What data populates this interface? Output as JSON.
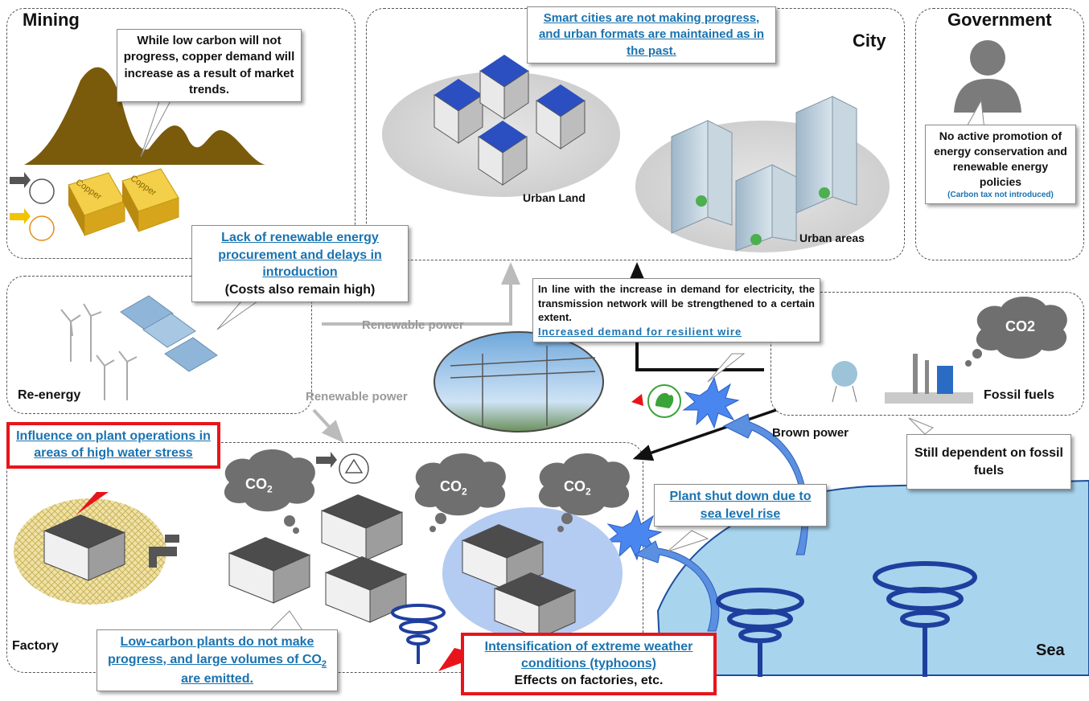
{
  "regions": {
    "mining": "Mining",
    "city": "City",
    "government": "Government",
    "re_energy": "Re-energy",
    "fossil": "Fossil fuels",
    "factory": "Factory",
    "sea": "Sea"
  },
  "sublabels": {
    "urban_land": "Urban Land",
    "urban_areas": "Urban areas"
  },
  "copper_bar_label": "Copper",
  "callouts": {
    "mining": "While low carbon will not progress, copper demand will increase as a result of market trends.",
    "smart_city": "Smart cities are not making progress, and urban formats are maintained as in the past.",
    "gov_main": "No active promotion of energy conservation and renewable energy policies",
    "gov_sub": "(Carbon tax not introduced)",
    "renew_link": "Lack of renewable energy procurement and delays in introduction",
    "renew_plain": "(Costs also remain high)",
    "transmission_text": "In line with the increase in demand for electricity, the transmission network will be strengthened to a certain extent.",
    "transmission_link": "Increased demand for resilient wire",
    "still_dependent": "Still dependent on fossil fuels",
    "plant_shutdown": "Plant shut down due to sea level rise",
    "low_carbon_a": "Low-carbon plants do not make progress, and large volumes of CO",
    "low_carbon_sub": "2",
    "low_carbon_b": " are emitted."
  },
  "red_callouts": {
    "water_stress": "Influence on plant operations in areas of high water stress",
    "extreme_link": "Intensification of extreme weather conditions (typhoons)",
    "extreme_plain": "Effects on factories, etc."
  },
  "flows": {
    "renewable_1": "Renewable power",
    "renewable_2": "Renewable power",
    "brown": "Brown power"
  },
  "clouds": {
    "co2_base": "CO",
    "co2_sub": "2",
    "co2_fossil": "CO2"
  },
  "colors": {
    "mountain": "#7a5a0b",
    "copper": "#e8b92a",
    "sea": "#a9d4ee",
    "red": "#e8141b",
    "link": "#1a73b0",
    "cloud": "#6f6f6f",
    "starburst": "#4a86f0"
  }
}
